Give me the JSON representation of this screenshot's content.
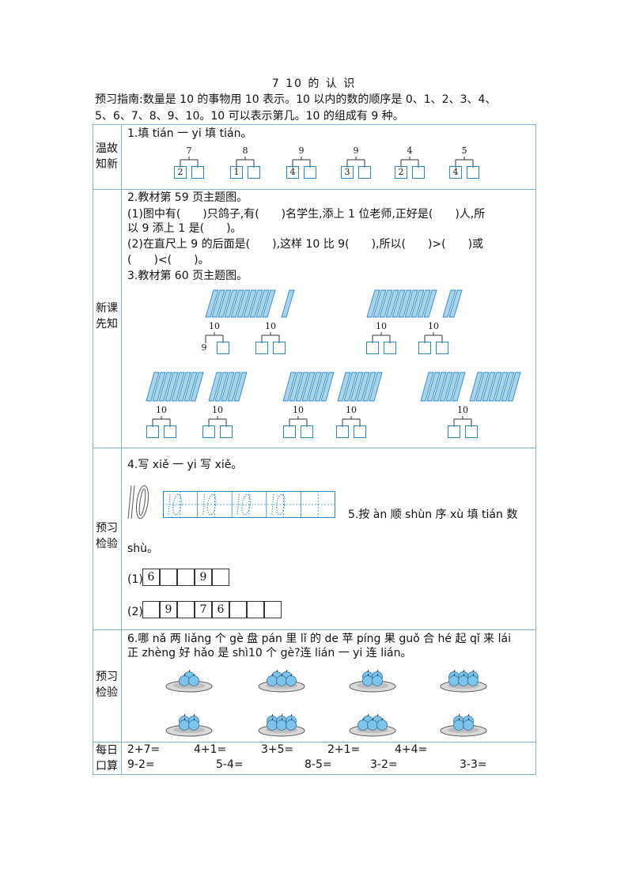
{
  "title": "7   10 的 认 识",
  "guide": {
    "line1": "预习指南:数量是 10 的事物用 10 表示。10 以内的数的顺序是 0、1、2、3、4、",
    "line2": "5、6、7、8、9、10。10 可以表示第几。10 的组成有 9 种。"
  },
  "rows": {
    "r1_label": [
      "温故",
      "知新"
    ],
    "r2_label": [
      "新课",
      "先知"
    ],
    "r3_label": [
      "预习",
      "检验"
    ],
    "r4_label": [
      "预习",
      "检验"
    ],
    "r5_label": [
      "每日",
      "口算"
    ]
  },
  "q1": {
    "text": "1.填 tián 一 yi 填 tián。",
    "items": [
      {
        "top": "7",
        "left": "2"
      },
      {
        "top": "8",
        "left": "1"
      },
      {
        "top": "9",
        "left": "4"
      },
      {
        "top": "9",
        "left": "3"
      },
      {
        "top": "4",
        "left": "2"
      },
      {
        "top": "5",
        "left": "4"
      }
    ]
  },
  "q2": {
    "heading": "2.教材第 59 页主题图。",
    "l1a": "(1)图中有(",
    "l1b": ")只鸽子,有(",
    "l1c": ")名学生,添上 1 位老师,正好是(",
    "l1d": ")人,所",
    "l2a": "以 9 添上 1 是(",
    "l2b": ")。",
    "l3a": "(2)在直尺上 9 的后面是(",
    "l3b": "),这样 10 比 9(",
    "l3c": "),所以(",
    "l3d": ")>(",
    "l3e": ")或",
    "l4a": "(",
    "l4b": ")<(",
    "l4c": ")。"
  },
  "q3": {
    "heading": "3.教材第 60 页主题图。",
    "ten": "10",
    "nine": "9"
  },
  "q4": {
    "text": "4.写 xiě 一 yi 写 xiě。",
    "digit": "10"
  },
  "q5": {
    "text1": "5.按 àn 顺 shùn 序 xù 填 tián 数",
    "text2": "shù。",
    "row1_label": "(1)",
    "row1": [
      "6",
      "",
      "",
      "9",
      ""
    ],
    "row2_label": "(2)",
    "row2": [
      "",
      "9",
      "",
      "7",
      "6",
      "",
      "",
      ""
    ]
  },
  "q6": {
    "line1": "6.哪 nǎ 两 liǎng 个 gè 盘 pán 里 lǐ 的 de 苹 píng 果 guǒ 合 hé 起 qǐ 来 lái",
    "line2": "正 zhèng 好 hǎo 是 shì10 个 gè?连 lián 一 yi 连 lián。",
    "top_counts": [
      3,
      5,
      4,
      6
    ],
    "bottom_counts": [
      4,
      6,
      5,
      4
    ]
  },
  "mental": {
    "row1": [
      "2+7=",
      "4+1=",
      "3+5=",
      "2+1=",
      "4+4="
    ],
    "row2": [
      "9-2=",
      "5-4=",
      "8-5=",
      "3-2=",
      "3-3="
    ]
  },
  "colors": {
    "accent": "#2a8ac8",
    "stick_fill": "#a9d3ee",
    "table_line": "#7fb0d6"
  }
}
